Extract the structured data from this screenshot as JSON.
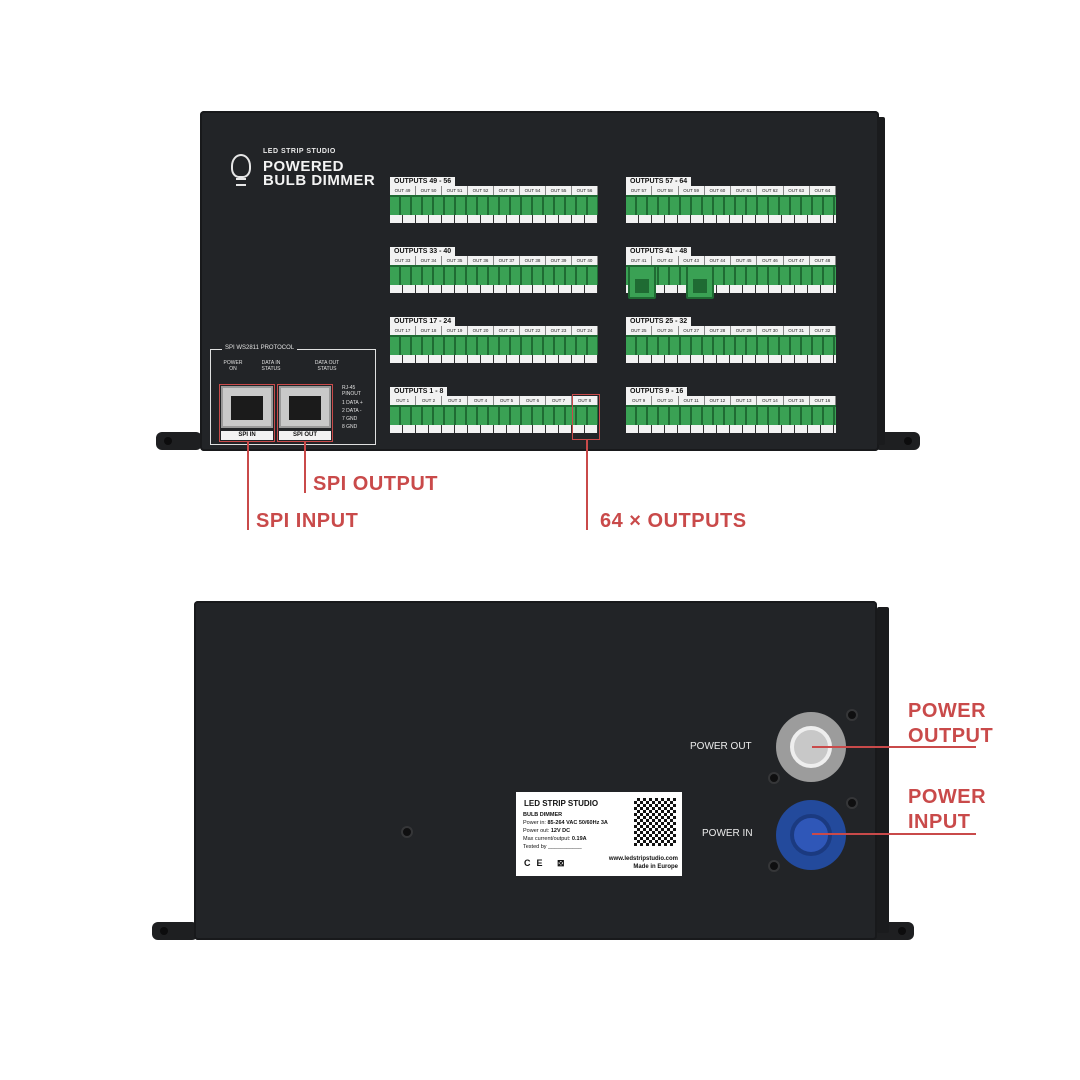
{
  "top_unit": {
    "brand_small": "LED STRIP STUDIO",
    "product_line1": "POWERED",
    "product_line2": "BULB DIMMER",
    "banks": [
      {
        "title": "OUTPUTS 49 - 56",
        "outs": [
          "OUT 49",
          "OUT 50",
          "OUT 51",
          "OUT 52",
          "OUT 53",
          "OUT 54",
          "OUT 55",
          "OUT 56"
        ]
      },
      {
        "title": "OUTPUTS 57 - 64",
        "outs": [
          "OUT 57",
          "OUT 58",
          "OUT 59",
          "OUT 60",
          "OUT 61",
          "OUT 62",
          "OUT 63",
          "OUT 64"
        ]
      },
      {
        "title": "OUTPUTS 33 - 40",
        "outs": [
          "OUT 33",
          "OUT 34",
          "OUT 35",
          "OUT 36",
          "OUT 37",
          "OUT 38",
          "OUT 39",
          "OUT 40"
        ]
      },
      {
        "title": "OUTPUTS 41 - 48",
        "outs": [
          "OUT 41",
          "OUT 42",
          "OUT 43",
          "OUT 44",
          "OUT 45",
          "OUT 46",
          "OUT 47",
          "OUT 48"
        ]
      },
      {
        "title": "OUTPUTS 17 - 24",
        "outs": [
          "OUT 17",
          "OUT 18",
          "OUT 19",
          "OUT 20",
          "OUT 21",
          "OUT 22",
          "OUT 23",
          "OUT 24"
        ]
      },
      {
        "title": "OUTPUTS 25 - 32",
        "outs": [
          "OUT 25",
          "OUT 26",
          "OUT 27",
          "OUT 28",
          "OUT 29",
          "OUT 30",
          "OUT 31",
          "OUT 32"
        ]
      },
      {
        "title": "OUTPUTS 1 - 8",
        "outs": [
          "OUT 1",
          "OUT 2",
          "OUT 3",
          "OUT 4",
          "OUT 5",
          "OUT 6",
          "OUT 7",
          "OUT 8"
        ]
      },
      {
        "title": "OUTPUTS 9 - 16",
        "outs": [
          "OUT 9",
          "OUT 10",
          "OUT 11",
          "OUT 12",
          "OUT 13",
          "OUT 14",
          "OUT 15",
          "OUT 16"
        ]
      }
    ],
    "spi": {
      "protocol": "SPI WS2811 PROTOCOL",
      "power_on": "POWER ON",
      "data_in_status": "DATA IN STATUS",
      "data_out_status": "DATA OUT STATUS",
      "pinout_title": "RJ-45 PINOUT",
      "pinout": [
        "1 DATA +",
        "2 DATA -",
        "7 GND",
        "8 GND"
      ],
      "port_in": "SPI IN",
      "port_out": "SPI OUT"
    }
  },
  "callouts": {
    "spi_output": "SPI OUTPUT",
    "spi_input": "SPI INPUT",
    "outputs": "64 × OUTPUTS",
    "power_output": [
      "POWER",
      "OUTPUT"
    ],
    "power_input": [
      "POWER",
      "INPUT"
    ]
  },
  "bottom_unit": {
    "power_out_label": "POWER OUT",
    "power_in_label": "POWER IN",
    "connector_out_color": "#c8c8c8",
    "connector_in_color": "#2f57b8",
    "sticker": {
      "brand": "LED STRIP STUDIO",
      "product": "BULB DIMMER",
      "power_in_key": "Power in:",
      "power_in_val": "85-264 VAC 50/60Hz 3A",
      "power_out_key": "Power out:",
      "power_out_val": "12V DC",
      "max_key": "Max current/output:",
      "max_val": "0.19A",
      "tested": "Tested by ___________",
      "marks": "CE ⊠",
      "url": "www.ledstripstudio.com",
      "made": "Made in Europe"
    }
  },
  "colors": {
    "accent": "#c94a4a",
    "chassis": "#222427",
    "terminal_green": "#3aa154"
  }
}
